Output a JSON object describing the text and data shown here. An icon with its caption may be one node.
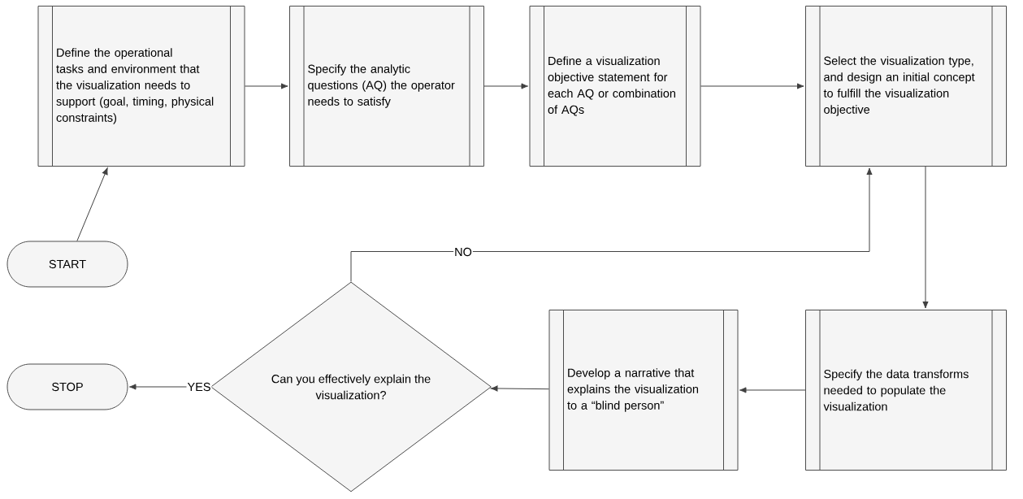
{
  "diagram": {
    "nodes": [
      {
        "text": [
          "START"
        ]
      },
      {
        "text": [
          "Define the operational tasks and environment that the visualization needs to support (goal, timing, physical constraints)"
        ]
      },
      {
        "text": [
          "Specify the analytic questions (AQ) the operator needs to satisfy"
        ]
      },
      {
        "text": [
          "Define a visualization objective statement for each AQ or combination of AQs"
        ]
      },
      {
        "text": [
          "Select the visualization type, and design an initial concept to fulfill the visualization objective"
        ]
      },
      {
        "text": [
          "Specify the data transforms needed to populate the visualization"
        ]
      },
      {
        "text": [
          "Develop a narrative that explains the visualization to a “blind person”"
        ]
      },
      {
        "text": [
          "Can you effectively explain the visualization?"
        ]
      },
      {
        "text": [
          "STOP"
        ]
      }
    ],
    "edges": [
      {
        "from": 0,
        "to": 1,
        "arrow": "to"
      },
      {
        "from": 1,
        "to": 2,
        "arrow": "to"
      },
      {
        "from": 2,
        "to": 3,
        "arrow": "to"
      },
      {
        "from": 3,
        "to": 4,
        "arrow": "to"
      },
      {
        "from": 4,
        "to": 5,
        "arrow": "to"
      },
      {
        "from": 5,
        "to": 6,
        "arrow": "to"
      },
      {
        "from": 6,
        "to": 7,
        "arrow": "to"
      },
      {
        "from": 7,
        "to": 8,
        "arrow": "to",
        "label": "YES"
      },
      {
        "from": 7,
        "to": 4,
        "arrow": "to",
        "label": "NO"
      }
    ]
  }
}
